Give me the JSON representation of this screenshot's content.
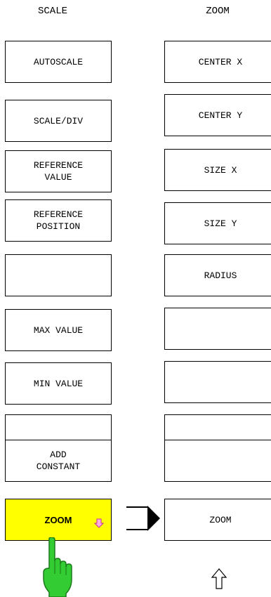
{
  "titles": {
    "left": "SCALE",
    "right": "ZOOM"
  },
  "left_keys": [
    "AUTOSCALE",
    "SCALE/DIV",
    "REFERENCE\nVALUE",
    "REFERENCE\nPOSITION",
    "",
    "MAX VALUE",
    "MIN VALUE",
    "",
    "ADD\nCONSTANT",
    "ZOOM"
  ],
  "right_keys": [
    "CENTER X",
    "CENTER Y",
    "SIZE X",
    "SIZE Y",
    "RADIUS",
    "",
    "",
    "",
    "",
    "ZOOM"
  ],
  "colors": {
    "highlight": "#ffff00",
    "hand": "#33cc33",
    "arrow_small": "#ff66cc"
  },
  "icons": [
    "hand-pointer-icon",
    "right-arrow-icon",
    "up-arrow-icon",
    "down-arrow-icon"
  ]
}
